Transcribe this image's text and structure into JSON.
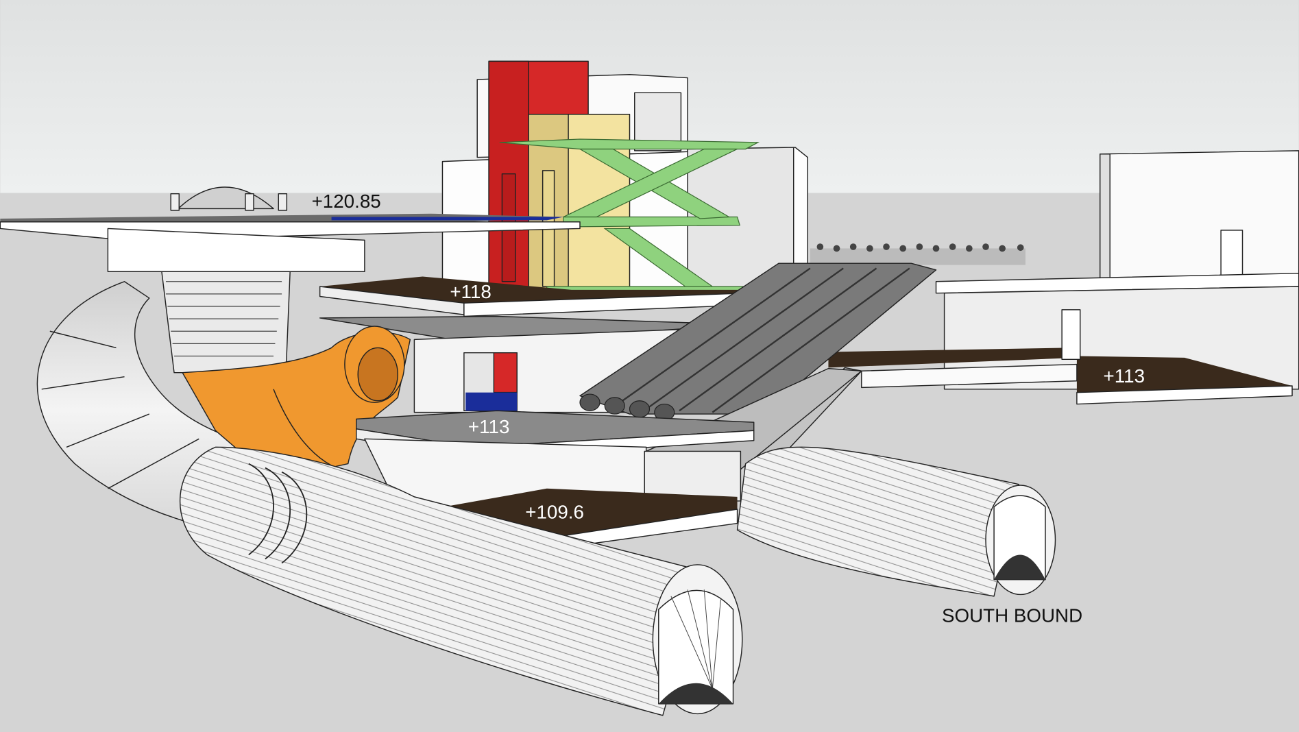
{
  "model": {
    "levels": [
      {
        "id": "roof",
        "label": "+120.85"
      },
      {
        "id": "concourse-upper",
        "label": "+118"
      },
      {
        "id": "concourse-lower",
        "label": "+113"
      },
      {
        "id": "platform",
        "label": "+109.6"
      },
      {
        "id": "east-hall",
        "label": "+113"
      }
    ],
    "tunnel_label": "SOUTH BOUND"
  },
  "colors": {
    "sky": "#e6e8e8",
    "ground": "#d4d4d4",
    "floor": "#3a2a1c",
    "lift_shaft": "#d62828",
    "stair_core": "#f3e3a0",
    "stair": "#8fd27e",
    "orange_tunnel": "#f0982f",
    "blue_floor": "#1a2d9a"
  }
}
